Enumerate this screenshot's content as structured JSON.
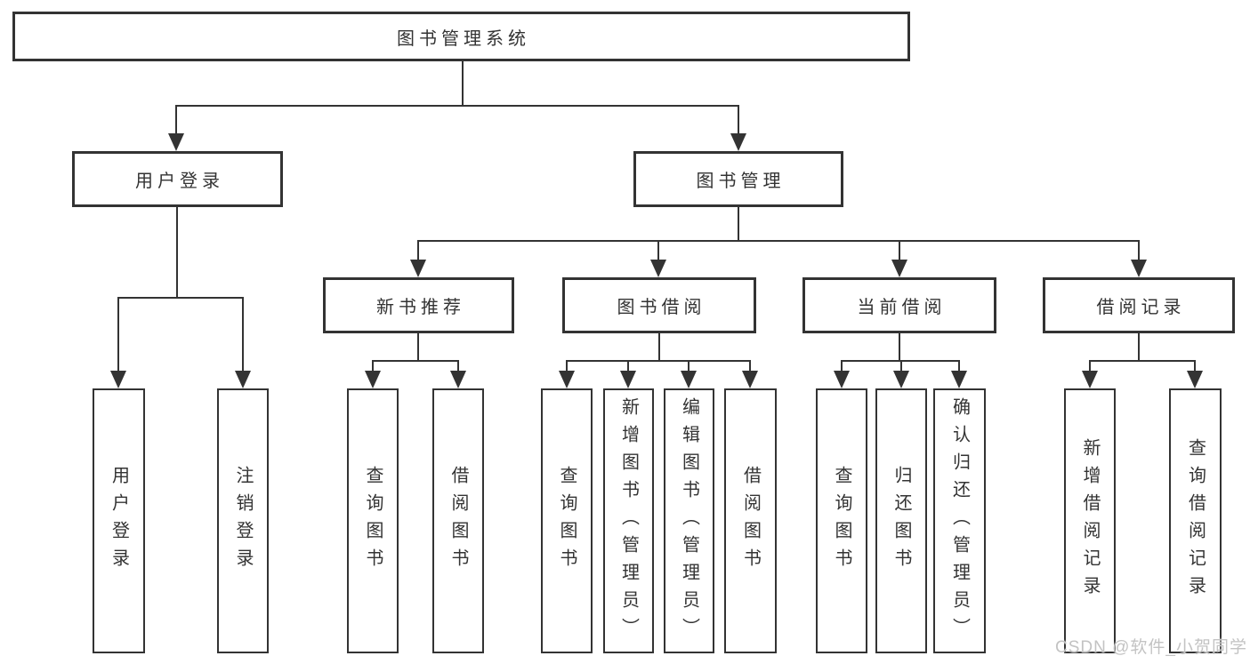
{
  "tree": {
    "label": "图书管理系统",
    "children": [
      {
        "label": "用户登录",
        "children": [
          {
            "label": "用户登录"
          },
          {
            "label": "注销登录"
          }
        ]
      },
      {
        "label": "图书管理",
        "children": [
          {
            "label": "新书推荐",
            "children": [
              {
                "label": "查询图书"
              },
              {
                "label": "借阅图书"
              }
            ]
          },
          {
            "label": "图书借阅",
            "children": [
              {
                "label": "查询图书"
              },
              {
                "label": "新增图书（管理员）"
              },
              {
                "label": "编辑图书（管理员）"
              },
              {
                "label": "借阅图书"
              }
            ]
          },
          {
            "label": "当前借阅",
            "children": [
              {
                "label": "查询图书"
              },
              {
                "label": "归还图书"
              },
              {
                "label": "确认归还（管理员）"
              }
            ]
          },
          {
            "label": "借阅记录",
            "children": [
              {
                "label": "新增借阅记录"
              },
              {
                "label": "查询借阅记录"
              }
            ]
          }
        ]
      }
    ]
  },
  "watermark": {
    "text": "CSDN @软件_小贺同学"
  },
  "colors": {
    "line": "#333333",
    "text": "#333333",
    "watermark": "#c3c3c3",
    "background": "#ffffff"
  }
}
